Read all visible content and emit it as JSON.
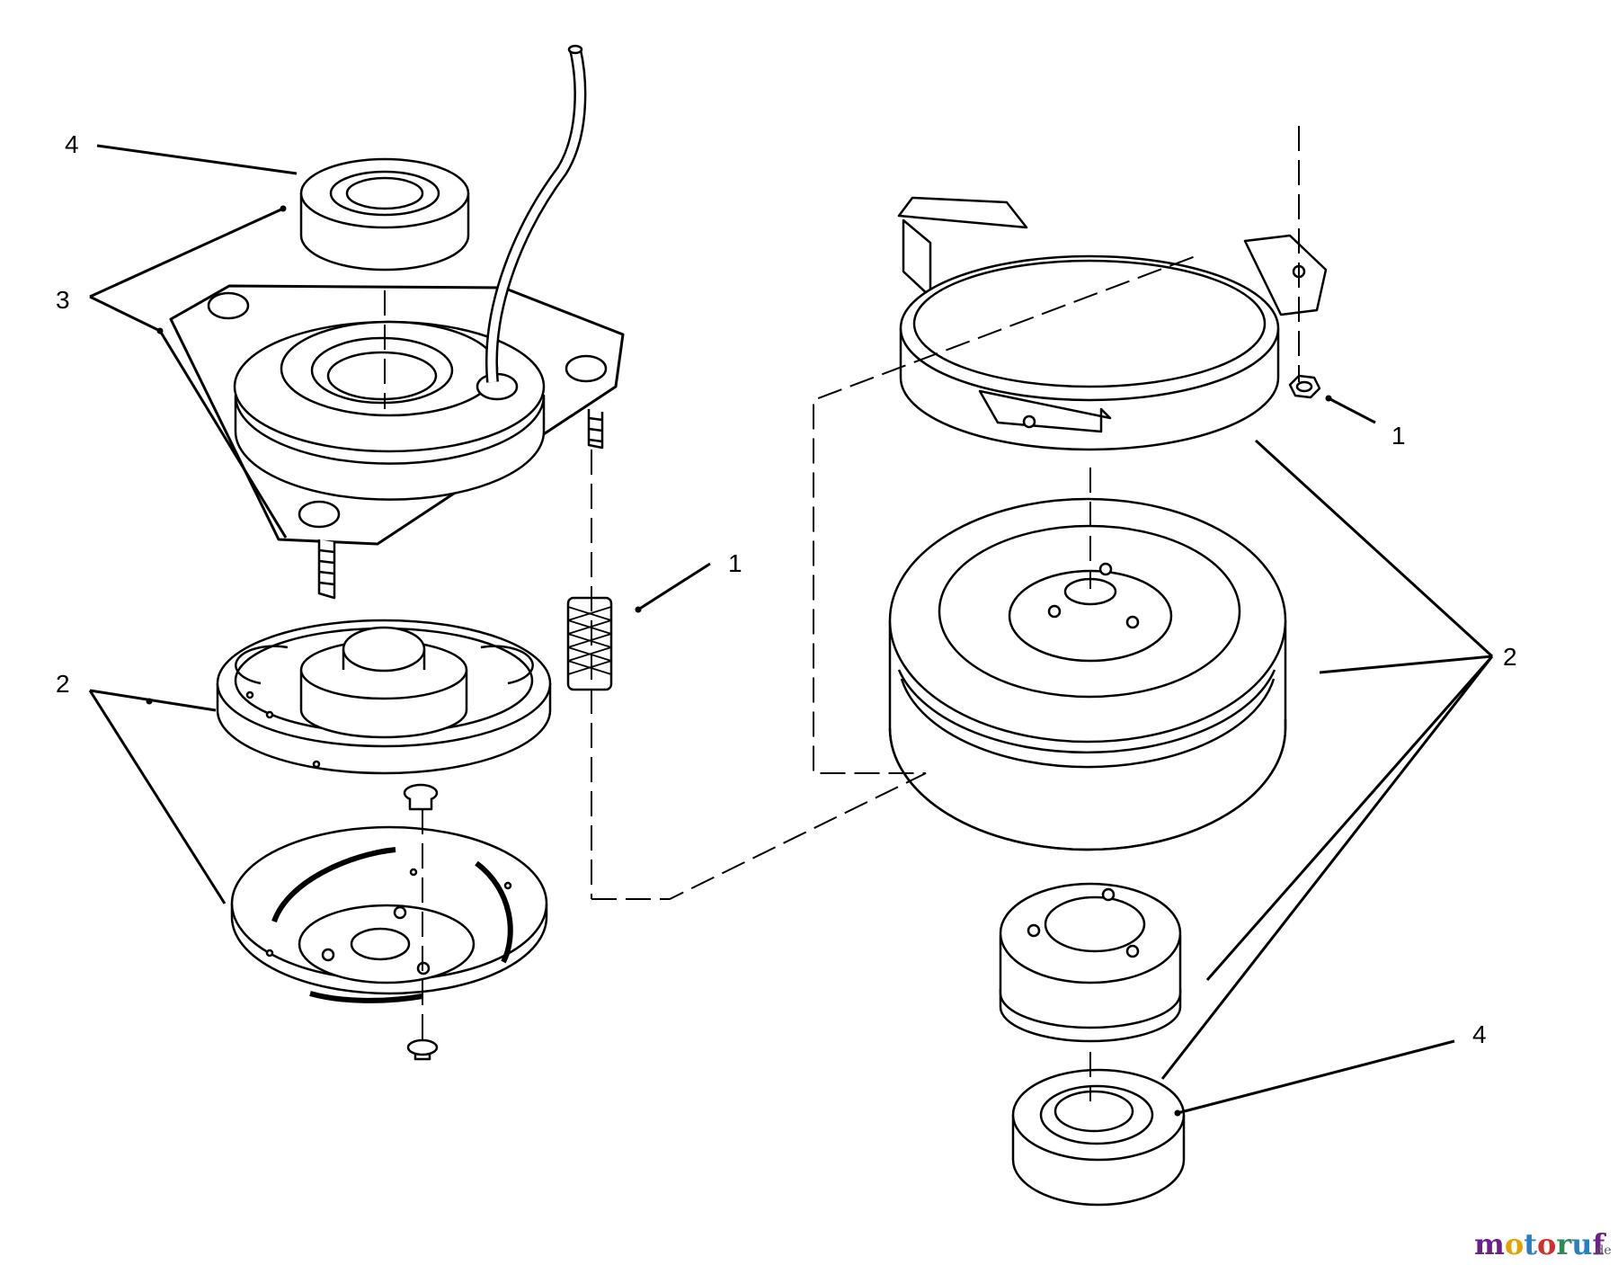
{
  "callouts": {
    "left_bearing": "4",
    "left_field_coil": "3",
    "left_spring": "1",
    "left_armature": "2",
    "right_nut": "1",
    "right_pulley": "2",
    "right_bearing": "4"
  },
  "watermark": {
    "brand": "motoruf",
    "suffix": ".de",
    "colors": {
      "m": "#6d1e8c",
      "o1": "#e5a100",
      "t": "#2a7fc1",
      "o2": "#d32f2f",
      "r": "#2e8b57",
      "u": "#2a7fc1",
      "f": "#6d1e8c"
    }
  },
  "colors": {
    "line": "#000000",
    "fill": "#ffffff"
  }
}
